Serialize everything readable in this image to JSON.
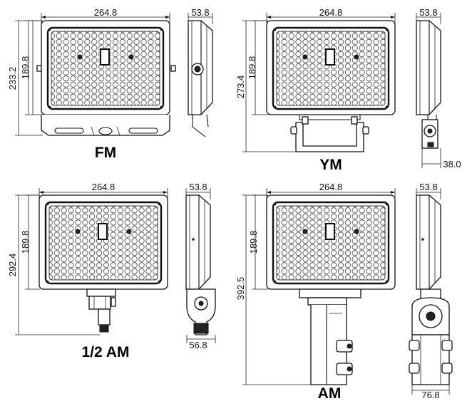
{
  "variants": {
    "fm": {
      "title": "FM",
      "width": "264.8",
      "depth": "53.8",
      "lens_height": "189.8",
      "total_height": "233.2"
    },
    "ym": {
      "title": "YM",
      "width": "264.8",
      "depth": "53.8",
      "lens_height": "189.8",
      "total_height": "273.4",
      "bracket_depth": "38.0"
    },
    "half_am": {
      "title": "1/2 AM",
      "width": "264.8",
      "depth": "53.8",
      "lens_height": "189.8",
      "total_height": "292.4",
      "mount_depth": "56.8"
    },
    "am": {
      "title": "AM",
      "width": "264.8",
      "depth": "53.8",
      "lens_height": "189.8",
      "total_height": "392.5",
      "mount_depth": "76.8"
    }
  }
}
